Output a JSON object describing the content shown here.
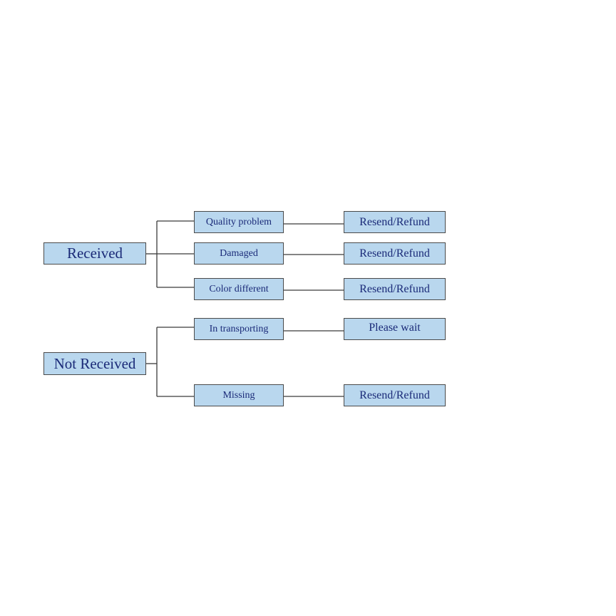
{
  "diagram": {
    "roots": [
      {
        "label": "Received",
        "children": [
          {
            "label": "Quality problem",
            "outcome": "Resend/Refund"
          },
          {
            "label": "Damaged",
            "outcome": "Resend/Refund"
          },
          {
            "label": "Color different",
            "outcome": "Resend/Refund"
          }
        ]
      },
      {
        "label": "Not Received",
        "children": [
          {
            "label": "In transporting",
            "outcome": "Please wait"
          },
          {
            "label": "Missing",
            "outcome": "Resend/Refund"
          }
        ]
      }
    ]
  },
  "colors": {
    "box_fill": "#b9d7ee",
    "text": "#1a2a78",
    "border": "#4a4a4a"
  }
}
